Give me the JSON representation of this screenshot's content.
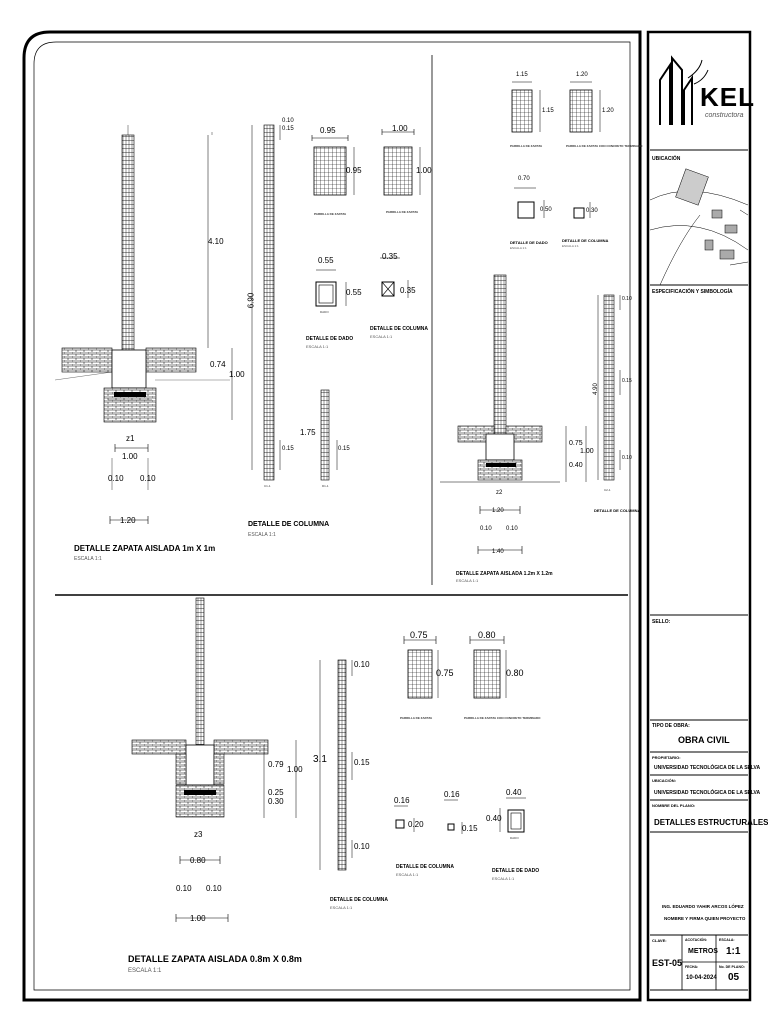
{
  "titleblock": {
    "company_logo_text": "KEL",
    "company_sub": "constructora",
    "ubicacion_label": "UBICACIÓN",
    "especificacion_label": "ESPECIFICACIÓN Y SIMBOLOGÍA",
    "sello_label": "SELLO:",
    "tipo_obra_label": "TIPO DE OBRA:",
    "tipo_obra_value": "OBRA CIVIL",
    "propietario_label": "PROPIETARIO:",
    "propietario_value": "UNIVERSIDAD TECNOLÓGICA DE LA SELVA",
    "ubicacion2_label": "UBICACIÓN:",
    "ubicacion2_value": "UNIVERSIDAD TECNOLÓGICA DE LA SELVA",
    "nombre_plano_label": "NOMBRE DEL PLANO:",
    "nombre_plano_value": "DETALLES ESTRUCTURALES",
    "ing_name": "ING. EDUARDO YAHIR ARCOS LÓPEZ",
    "firma_label": "NOMBRE Y FIRMA QUIEN PROYECTO",
    "clave_label": "CLAVE:",
    "clave_value": "EST-05",
    "acotacion_label": "ACOTACIÓN:",
    "acotacion_value": "METROS",
    "escala_label": "ESCALA:",
    "escala_value": "1:1",
    "fecha_label": "FECHA:",
    "fecha_value": "10-04-2024",
    "no_plano_label": "No. DE PLANO:",
    "no_plano_value": "05"
  },
  "details": {
    "z1_title": "DETALLE ZAPATA AISLADA 1m X 1m",
    "z1_scale": "ESCALA 1:1",
    "z1_dims": {
      "h_top": "4.10",
      "h_dado": "0.74",
      "h_total": "1.00",
      "w_inner": "1.00",
      "w_outer": "1.20",
      "left": "0.10",
      "right": "0.10",
      "tag": "z1"
    },
    "col1_title": "DETALLE DE COLUMNA",
    "col1_scale": "ESCALA 1:1",
    "col1_dims": {
      "total": "6.90",
      "top_a": "0.10",
      "top_b": "0.15",
      "mid": "1.75",
      "bot_a": "0.15",
      "bot_b": "0.15",
      "tag": "C1-1",
      "tag2": "D1-1"
    },
    "grid1": {
      "w1": "0.95",
      "h1": "0.95",
      "w2": "1.00",
      "h2": "1.00",
      "cap1": "PARRILLA DE ZAPATA",
      "cap2": "PARRILLA DE ZAPATA"
    },
    "dado1": {
      "w": "0.55",
      "h": "0.55",
      "cap": "DADO",
      "title": "DETALLE DE DADO",
      "scale": "ESCALA 1:1"
    },
    "colsec1": {
      "w": "0.35",
      "h": "0.35",
      "title": "DETALLE DE COLUMNA",
      "scale": "ESCALA 1:1"
    },
    "z2_title": "DETALLE ZAPATA AISLADA 1.2m X 1.2m",
    "z2_scale": "ESCALA 1:1",
    "z2_dims": {
      "h_total": "1.00",
      "h_dado": "0.75",
      "h_base": "0.40",
      "w_inner": "1.20",
      "w_outer": "1.40",
      "left": "0.10",
      "right": "0.10",
      "tag": "z2"
    },
    "col2_dims": {
      "total": "4.90",
      "top": "0.10",
      "mid": "0.15",
      "bot": "0.10",
      "tag": "C2-1",
      "title": "DETALLE DE COLUMNA"
    },
    "grid2": {
      "w1": "1.15",
      "h1": "1.15",
      "w2": "1.20",
      "h2": "1.20",
      "cap1": "PARRILLA DE ZAPATA",
      "cap2": "PARRILLA DE ZAPATA CON CONCRETO TERMINADO"
    },
    "dado2": {
      "w": "0.70",
      "h": "0.50",
      "title": "DETALLE DE DADO",
      "scale": "ESCALA 1:1"
    },
    "colsec2": {
      "h": "0.30",
      "title": "DETALLE DE COLUMNA",
      "scale": "ESCALA 1:1"
    },
    "z3_title": "DETALLE ZAPATA AISLADA 0.8m X 0.8m",
    "z3_scale": "ESCALA 1:1",
    "z3_dims": {
      "h_dado": "0.79",
      "h_total": "1.00",
      "h_b1": "0.25",
      "h_b2": "0.30",
      "w_inner": "0.80",
      "w_outer": "1.00",
      "left": "0.10",
      "right": "0.10",
      "tag": "z3"
    },
    "col3_dims": {
      "total": "3.1",
      "top": "0.10",
      "mid": "0.15",
      "bot": "0.10",
      "title": "DETALLE DE COLUMNA",
      "scale": "ESCALA 1:1"
    },
    "grid3": {
      "w1": "0.75",
      "h1": "0.75",
      "w2": "0.80",
      "h2": "0.80",
      "cap1": "PARRILLA DE ZAPATA",
      "cap2": "PARRILLA DE ZAPATA CON CONCRETO TERMINADO"
    },
    "colsec3": {
      "w1": "0.16",
      "h1": "0.20",
      "w2": "0.16",
      "h2": "0.15",
      "title": "DETALLE DE COLUMNA",
      "scale": "ESCALA 1:1"
    },
    "dado3": {
      "w": "0.40",
      "h": "0.40",
      "cap": "DADO",
      "title": "DETALLE DE DADO",
      "scale": "ESCALA 1:1"
    }
  }
}
